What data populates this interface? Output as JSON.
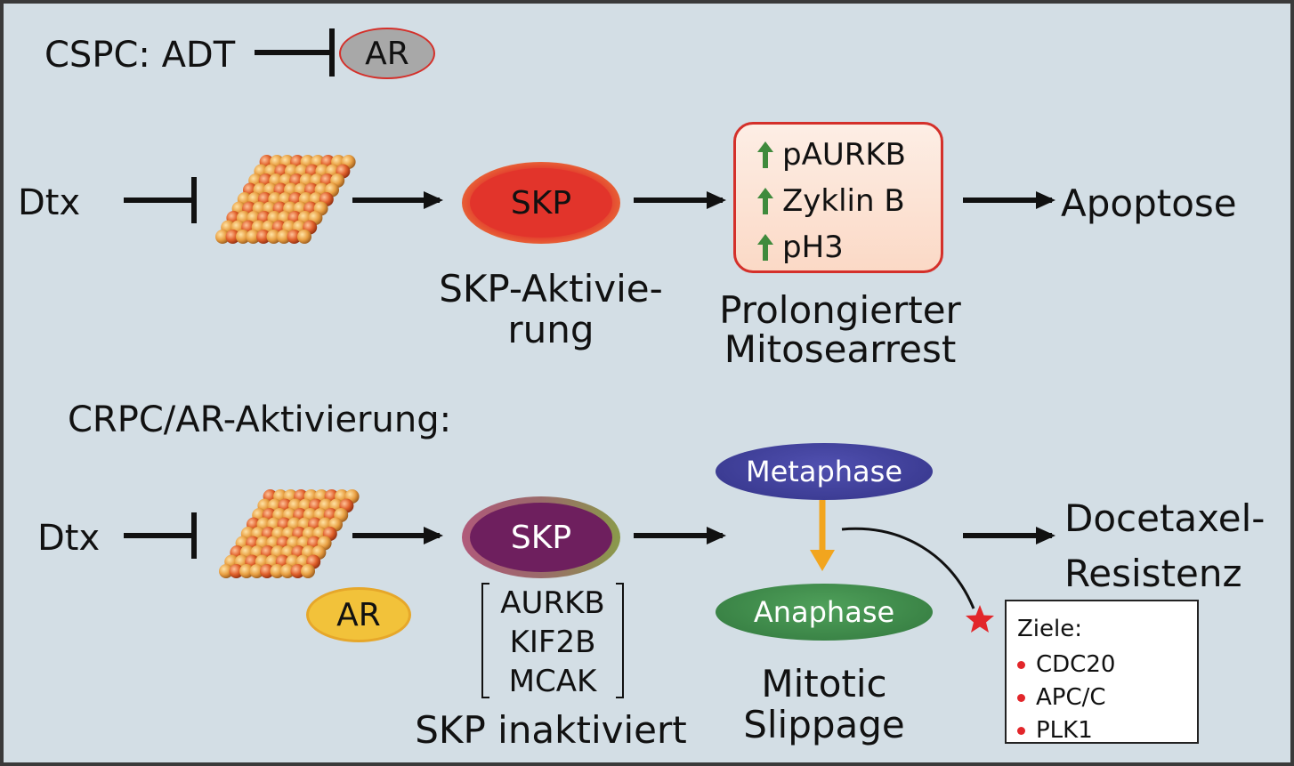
{
  "top_row": {
    "cspc_label": "CSPC: ADT",
    "ar_label": "AR"
  },
  "upper_pathway": {
    "drug_label": "Dtx",
    "skp_label": "SKP",
    "skp_caption_line1": "SKP-Aktivie-",
    "skp_caption_line2": "rung",
    "markers": [
      "pAURKB",
      "Zyklin B",
      "pH3"
    ],
    "arrest_caption_line1": "Prolongierter",
    "arrest_caption_line2": "Mitosearrest",
    "outcome_label": "Apoptose"
  },
  "lower_pathway": {
    "section_label": "CRPC/AR-Aktivierung:",
    "drug_label": "Dtx",
    "ar_label": "AR",
    "skp_label": "SKP",
    "genes": [
      "AURKB",
      "KIF2B",
      "MCAK"
    ],
    "skp_caption": "SKP inaktiviert",
    "metaphase_label": "Metaphase",
    "anaphase_label": "Anaphase",
    "slippage_caption_line1": "Mitotic",
    "slippage_caption_line2": "Slippage",
    "outcome_line1": "Docetaxel-",
    "outcome_line2": "Resistenz",
    "targets_title": "Ziele:",
    "targets": [
      "CDC20",
      "APC/C",
      "PLK1"
    ]
  },
  "colors": {
    "background": "#d3dee5",
    "skp_active": "#e2342b",
    "skp_inactive": "#6e1f5e",
    "metaphase": "#3f3f9a",
    "anaphase": "#3e8c4a",
    "ar_gray": "#a8a8a8",
    "ar_yellow": "#f2c23a",
    "slippage_arrow": "#f2a51e",
    "target_star": "#e2262a",
    "up_arrow": "#3f8a3c"
  }
}
